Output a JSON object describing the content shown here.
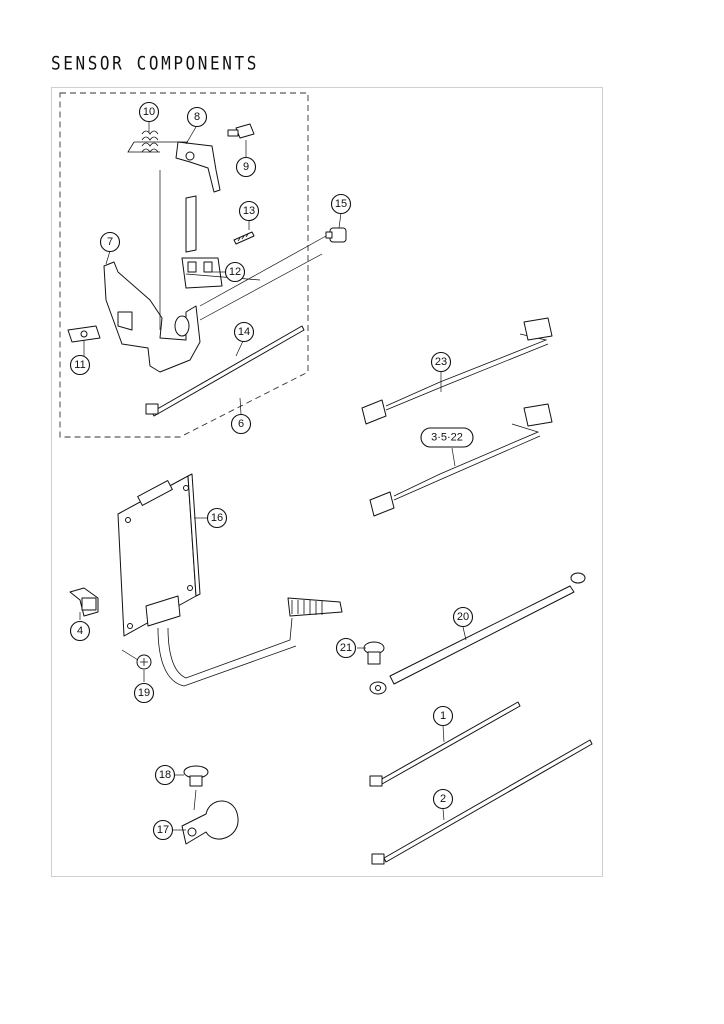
{
  "title": "SENSOR COMPONENTS",
  "callouts": {
    "c1": "1",
    "c2": "2",
    "c3": "3·5·22",
    "c4": "4",
    "c6": "6",
    "c7": "7",
    "c8": "8",
    "c9": "9",
    "c10": "10",
    "c11": "11",
    "c12": "12",
    "c13": "13",
    "c14": "14",
    "c15": "15",
    "c16": "16",
    "c17": "17",
    "c18": "18",
    "c19": "19",
    "c20": "20",
    "c21": "21",
    "c23": "23"
  }
}
